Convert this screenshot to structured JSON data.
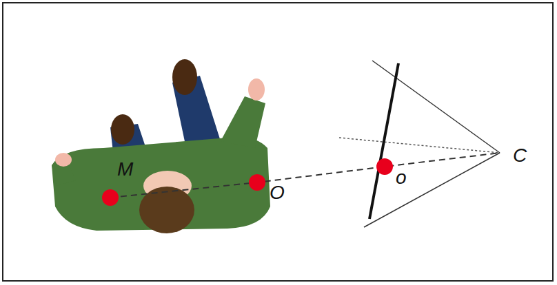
{
  "diagram": {
    "labels": [
      "M",
      "O",
      "o",
      "C"
    ]
  }
}
